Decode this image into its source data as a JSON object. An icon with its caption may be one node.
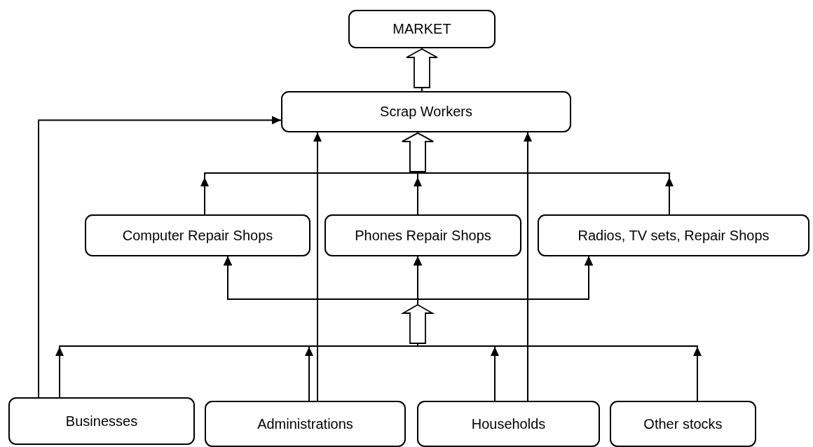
{
  "diagram": {
    "nodes": [
      {
        "text": [
          "MARKET"
        ]
      },
      {
        "text": [
          "Scrap Workers"
        ]
      },
      {
        "text": [
          "Computer Repair Shops"
        ]
      },
      {
        "text": [
          "Phones Repair Shops"
        ]
      },
      {
        "text": [
          "Radios, TV sets, Repair Shops"
        ]
      },
      {
        "text": [
          "Businesses"
        ]
      },
      {
        "text": [
          "Administrations"
        ]
      },
      {
        "text": [
          "Households"
        ]
      },
      {
        "text": [
          "Other stocks"
        ]
      }
    ],
    "edges": [
      {
        "from": 1,
        "to": 0,
        "arrow": "to"
      },
      {
        "from": 2,
        "to": 1,
        "arrow": "to"
      },
      {
        "from": 3,
        "to": 1,
        "arrow": "to"
      },
      {
        "from": 4,
        "to": 1,
        "arrow": "to"
      },
      {
        "from": 5,
        "to": 2,
        "arrow": "to"
      },
      {
        "from": 5,
        "to": 3,
        "arrow": "to"
      },
      {
        "from": 5,
        "to": 4,
        "arrow": "to"
      },
      {
        "from": 6,
        "to": 2,
        "arrow": "to"
      },
      {
        "from": 6,
        "to": 3,
        "arrow": "to"
      },
      {
        "from": 6,
        "to": 4,
        "arrow": "to"
      },
      {
        "from": 7,
        "to": 2,
        "arrow": "to"
      },
      {
        "from": 7,
        "to": 3,
        "arrow": "to"
      },
      {
        "from": 7,
        "to": 4,
        "arrow": "to"
      },
      {
        "from": 8,
        "to": 2,
        "arrow": "to"
      },
      {
        "from": 8,
        "to": 3,
        "arrow": "to"
      },
      {
        "from": 8,
        "to": 4,
        "arrow": "to"
      },
      {
        "from": 5,
        "to": 1,
        "arrow": "to"
      },
      {
        "from": 6,
        "to": 1,
        "arrow": "to"
      },
      {
        "from": 7,
        "to": 1,
        "arrow": "to"
      }
    ]
  }
}
